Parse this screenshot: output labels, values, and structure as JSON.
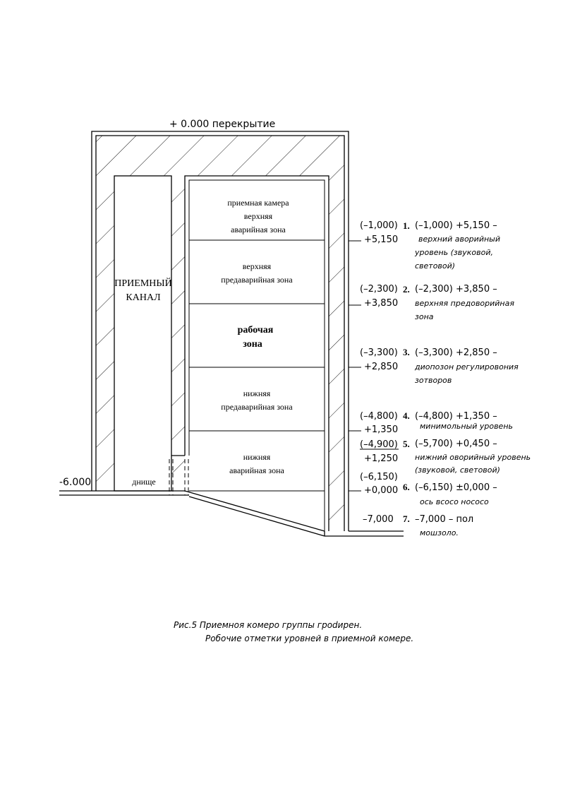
{
  "drawing": {
    "top_mark": "+ 0.000 перекрытие",
    "left_mark": "-6.000",
    "channel_label_line1": "ПРИЕМНЫЙ",
    "channel_label_line2": "КАНАЛ",
    "bottom_label": "днище",
    "zones": [
      {
        "lines": [
          "приемная камера",
          "верхняя",
          "аварийная зона"
        ],
        "bold": false
      },
      {
        "lines": [
          "верхняя",
          "предаварийная зона"
        ],
        "bold": false
      },
      {
        "lines": [
          "рабочая",
          "зона"
        ],
        "bold": true
      },
      {
        "lines": [
          "нижняя",
          "предаварийная зона"
        ],
        "bold": false
      },
      {
        "lines": [
          "нижняя",
          "аварийная зона"
        ],
        "bold": false
      }
    ],
    "marks": [
      {
        "a": "(–1,000)",
        "b": "+5,150"
      },
      {
        "a": "(–2,300)",
        "b": "+3,850"
      },
      {
        "a": "(–3,300)",
        "b": "+2,850"
      },
      {
        "a": "(–4,800)",
        "b": "+1,350"
      },
      {
        "a": "(–4,900)",
        "b": "+1,250"
      },
      {
        "a": "(–6,150)",
        "b": "+0,000"
      },
      {
        "a": "–7,000",
        "b": ""
      }
    ],
    "levels": [
      {
        "num": "1.",
        "head": "(–1,000) +5,150 –",
        "desc": [
          "верхний аворийный",
          "уровень (звуковой,",
          "световой)"
        ]
      },
      {
        "num": "2.",
        "head": "(–2,300) +3,850 –",
        "desc": [
          "верхняя предоворийная",
          "зона"
        ]
      },
      {
        "num": "3.",
        "head": "(–3,300) +2,850 –",
        "desc": [
          "диопозон регулировония",
          "зотворов"
        ]
      },
      {
        "num": "4.",
        "head": "(–4,800) +1,350 –",
        "desc": [
          "минимольный уровень"
        ]
      },
      {
        "num": "5.",
        "head": "(–5,700) +0,450 –",
        "desc": [
          "нижний оворийный уровень",
          "(звуковой, световой)"
        ]
      },
      {
        "num": "6.",
        "head": "(–6,150) ±0,000 –",
        "desc": [
          "ось всосо нососо"
        ]
      },
      {
        "num": "7.",
        "head": "–7,000 –  пол",
        "desc": [
          "мошзоло."
        ]
      }
    ]
  },
  "caption": {
    "line1": "Рис.5    Приемноя комеро группы грodирен.",
    "line2": "Робочие отметки уровней в приемной комере."
  }
}
